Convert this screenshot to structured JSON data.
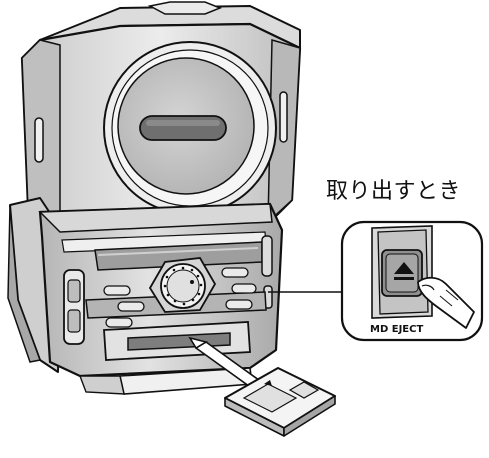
{
  "caption": {
    "text": "取り出すとき"
  },
  "callout": {
    "button_label": "MD EJECT",
    "icon": "eject-icon"
  },
  "device": {
    "name_icon": "stereo-system",
    "disc_icon": "minidisc-icon"
  },
  "colors": {
    "outline": "#111111",
    "body_light": "#e6e6e6",
    "body_mid": "#c8c8c8",
    "body_dark": "#9a9a9a",
    "window": "#bdbdbd",
    "slot": "#8c8c8c"
  }
}
